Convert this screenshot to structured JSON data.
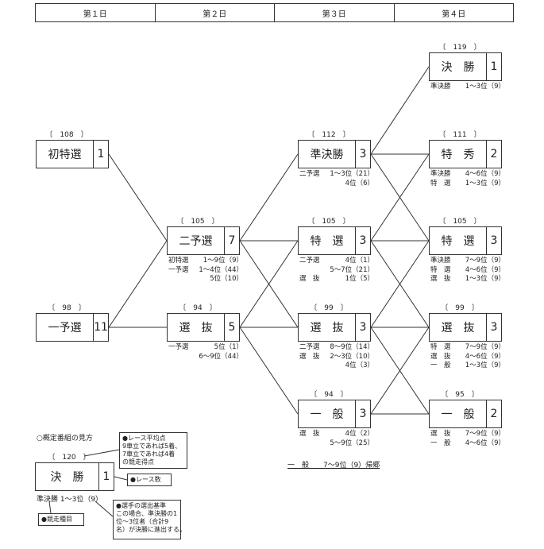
{
  "header": [
    "第１日",
    "第２日",
    "第３日",
    "第４日"
  ],
  "races": [
    {
      "id": "r1a",
      "name": "初特選",
      "count": "1",
      "num": "〔　108　〕",
      "criteria": []
    },
    {
      "id": "r1b",
      "name": "一予選",
      "count": "11",
      "num": "〔　98　〕",
      "criteria": []
    },
    {
      "id": "r2a",
      "name": "二予選",
      "count": "7",
      "num": "〔　105　〕",
      "criteria": [
        [
          "初特選",
          "1～9位（9）"
        ],
        [
          "一予選",
          "1～4位（44）"
        ],
        [
          "",
          "5位（10）"
        ]
      ]
    },
    {
      "id": "r2b",
      "name": "選　抜",
      "count": "5",
      "num": "〔　94　〕",
      "criteria": [
        [
          "一予選",
          "5位（1）"
        ],
        [
          "",
          "6～9位（44）"
        ]
      ]
    },
    {
      "id": "r3a",
      "name": "準決勝",
      "count": "3",
      "num": "〔　112　〕",
      "criteria": [
        [
          "二予選",
          "1～3位（21）"
        ],
        [
          "",
          "4位（6）"
        ]
      ]
    },
    {
      "id": "r3b",
      "name": "特　選",
      "count": "3",
      "num": "〔　105　〕",
      "criteria": [
        [
          "二予選",
          "4位（1）"
        ],
        [
          "",
          "5～7位（21）"
        ],
        [
          "選　抜",
          "1位（5）"
        ]
      ]
    },
    {
      "id": "r3c",
      "name": "選　抜",
      "count": "3",
      "num": "〔　99　〕",
      "criteria": [
        [
          "二予選",
          "8～9位（14）"
        ],
        [
          "選　抜",
          "2～3位（10）"
        ],
        [
          "",
          "4位（3）"
        ]
      ]
    },
    {
      "id": "r3d",
      "name": "一　般",
      "count": "3",
      "num": "〔　94　〕",
      "criteria": [
        [
          "選　抜",
          "4位（2）"
        ],
        [
          "",
          "5～9位（25）"
        ]
      ]
    },
    {
      "id": "r4a",
      "name": "決　勝",
      "count": "1",
      "num": "〔　119　〕",
      "criteria": [
        [
          "準決勝",
          "1～3位（9）"
        ]
      ]
    },
    {
      "id": "r4b",
      "name": "特　秀",
      "count": "2",
      "num": "〔　111　〕",
      "criteria": [
        [
          "準決勝",
          "4～6位（9）"
        ],
        [
          "特　選",
          "1～3位（9）"
        ]
      ]
    },
    {
      "id": "r4c",
      "name": "特　選",
      "count": "3",
      "num": "〔　105　〕",
      "criteria": [
        [
          "準決勝",
          "7～9位（9）"
        ],
        [
          "特　選",
          "4～6位（9）"
        ],
        [
          "選　抜",
          "1～3位（9）"
        ]
      ]
    },
    {
      "id": "r4d",
      "name": "選　抜",
      "count": "3",
      "num": "〔　99　〕",
      "criteria": [
        [
          "特　選",
          "7～9位（9）"
        ],
        [
          "選　抜",
          "4～6位（9）"
        ],
        [
          "一　般",
          "1～3位（9）"
        ]
      ]
    },
    {
      "id": "r4e",
      "name": "一　般",
      "count": "2",
      "num": "〔　95　〕",
      "criteria": [
        [
          "選　抜",
          "7～9位（9）"
        ],
        [
          "一　般",
          "4～6位（9）"
        ]
      ]
    }
  ],
  "footnote": "一　般　　7～9位（9）帰郷",
  "legend": {
    "title": "○概定番組の見方",
    "num": "〔　120　〕",
    "name": "決　勝",
    "count": "1",
    "criteria": "準決勝 1～3位（9）",
    "note_points": "●レース平均点\n9車立であれば5着、\n7車立であれば4着\nの競走得点",
    "note_count": "●レース数",
    "note_event": "●競走種目",
    "note_selection": "●選手の選出基準\nこの場合、準決勝の1\n位～3位者（合計9\n名）が決勝に進出する。"
  }
}
